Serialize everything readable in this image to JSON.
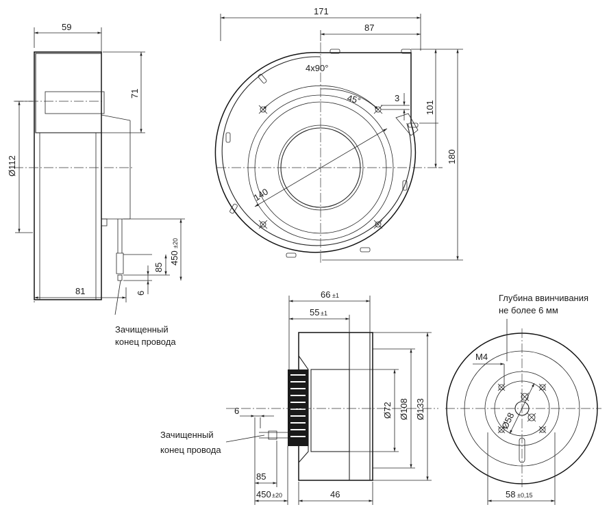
{
  "side_view": {
    "width_label": "59",
    "height_label": "71",
    "diameter_label": "Ø112",
    "depth_label": "81",
    "wire_short_label": "6",
    "wire_mid_label": "85",
    "wire_long_label": "450",
    "wire_long_tol": "±20",
    "caption_line1": "Зачищенный",
    "caption_line2": "конец провода"
  },
  "front_view": {
    "width_label": "171",
    "half_width_label": "87",
    "angle_label": "4x90°",
    "angle2_label": "45°",
    "slot_label": "3",
    "height_label": "101",
    "total_height_label": "180",
    "diameter_label": "140"
  },
  "bottom_side_view": {
    "width_label": "66",
    "width_tol": "±1",
    "width2_label": "55",
    "width2_tol": "±1",
    "d72_label": "Ø72",
    "d108_label": "Ø108",
    "d133_label": "Ø133",
    "wire_short_label": "6",
    "wire_mid_label": "85",
    "wire_long_label": "450",
    "wire_long_tol": "±20",
    "length_label": "46",
    "caption_line1": "Зачищенный",
    "caption_line2": "конец провода"
  },
  "rear_view": {
    "note_line1": "Глубина ввинчивания",
    "note_line2": "не более 6 мм",
    "thread_label": "M4",
    "diameter_label": "Ø58",
    "spacing_label": "58",
    "spacing_tol": "±0,15"
  }
}
